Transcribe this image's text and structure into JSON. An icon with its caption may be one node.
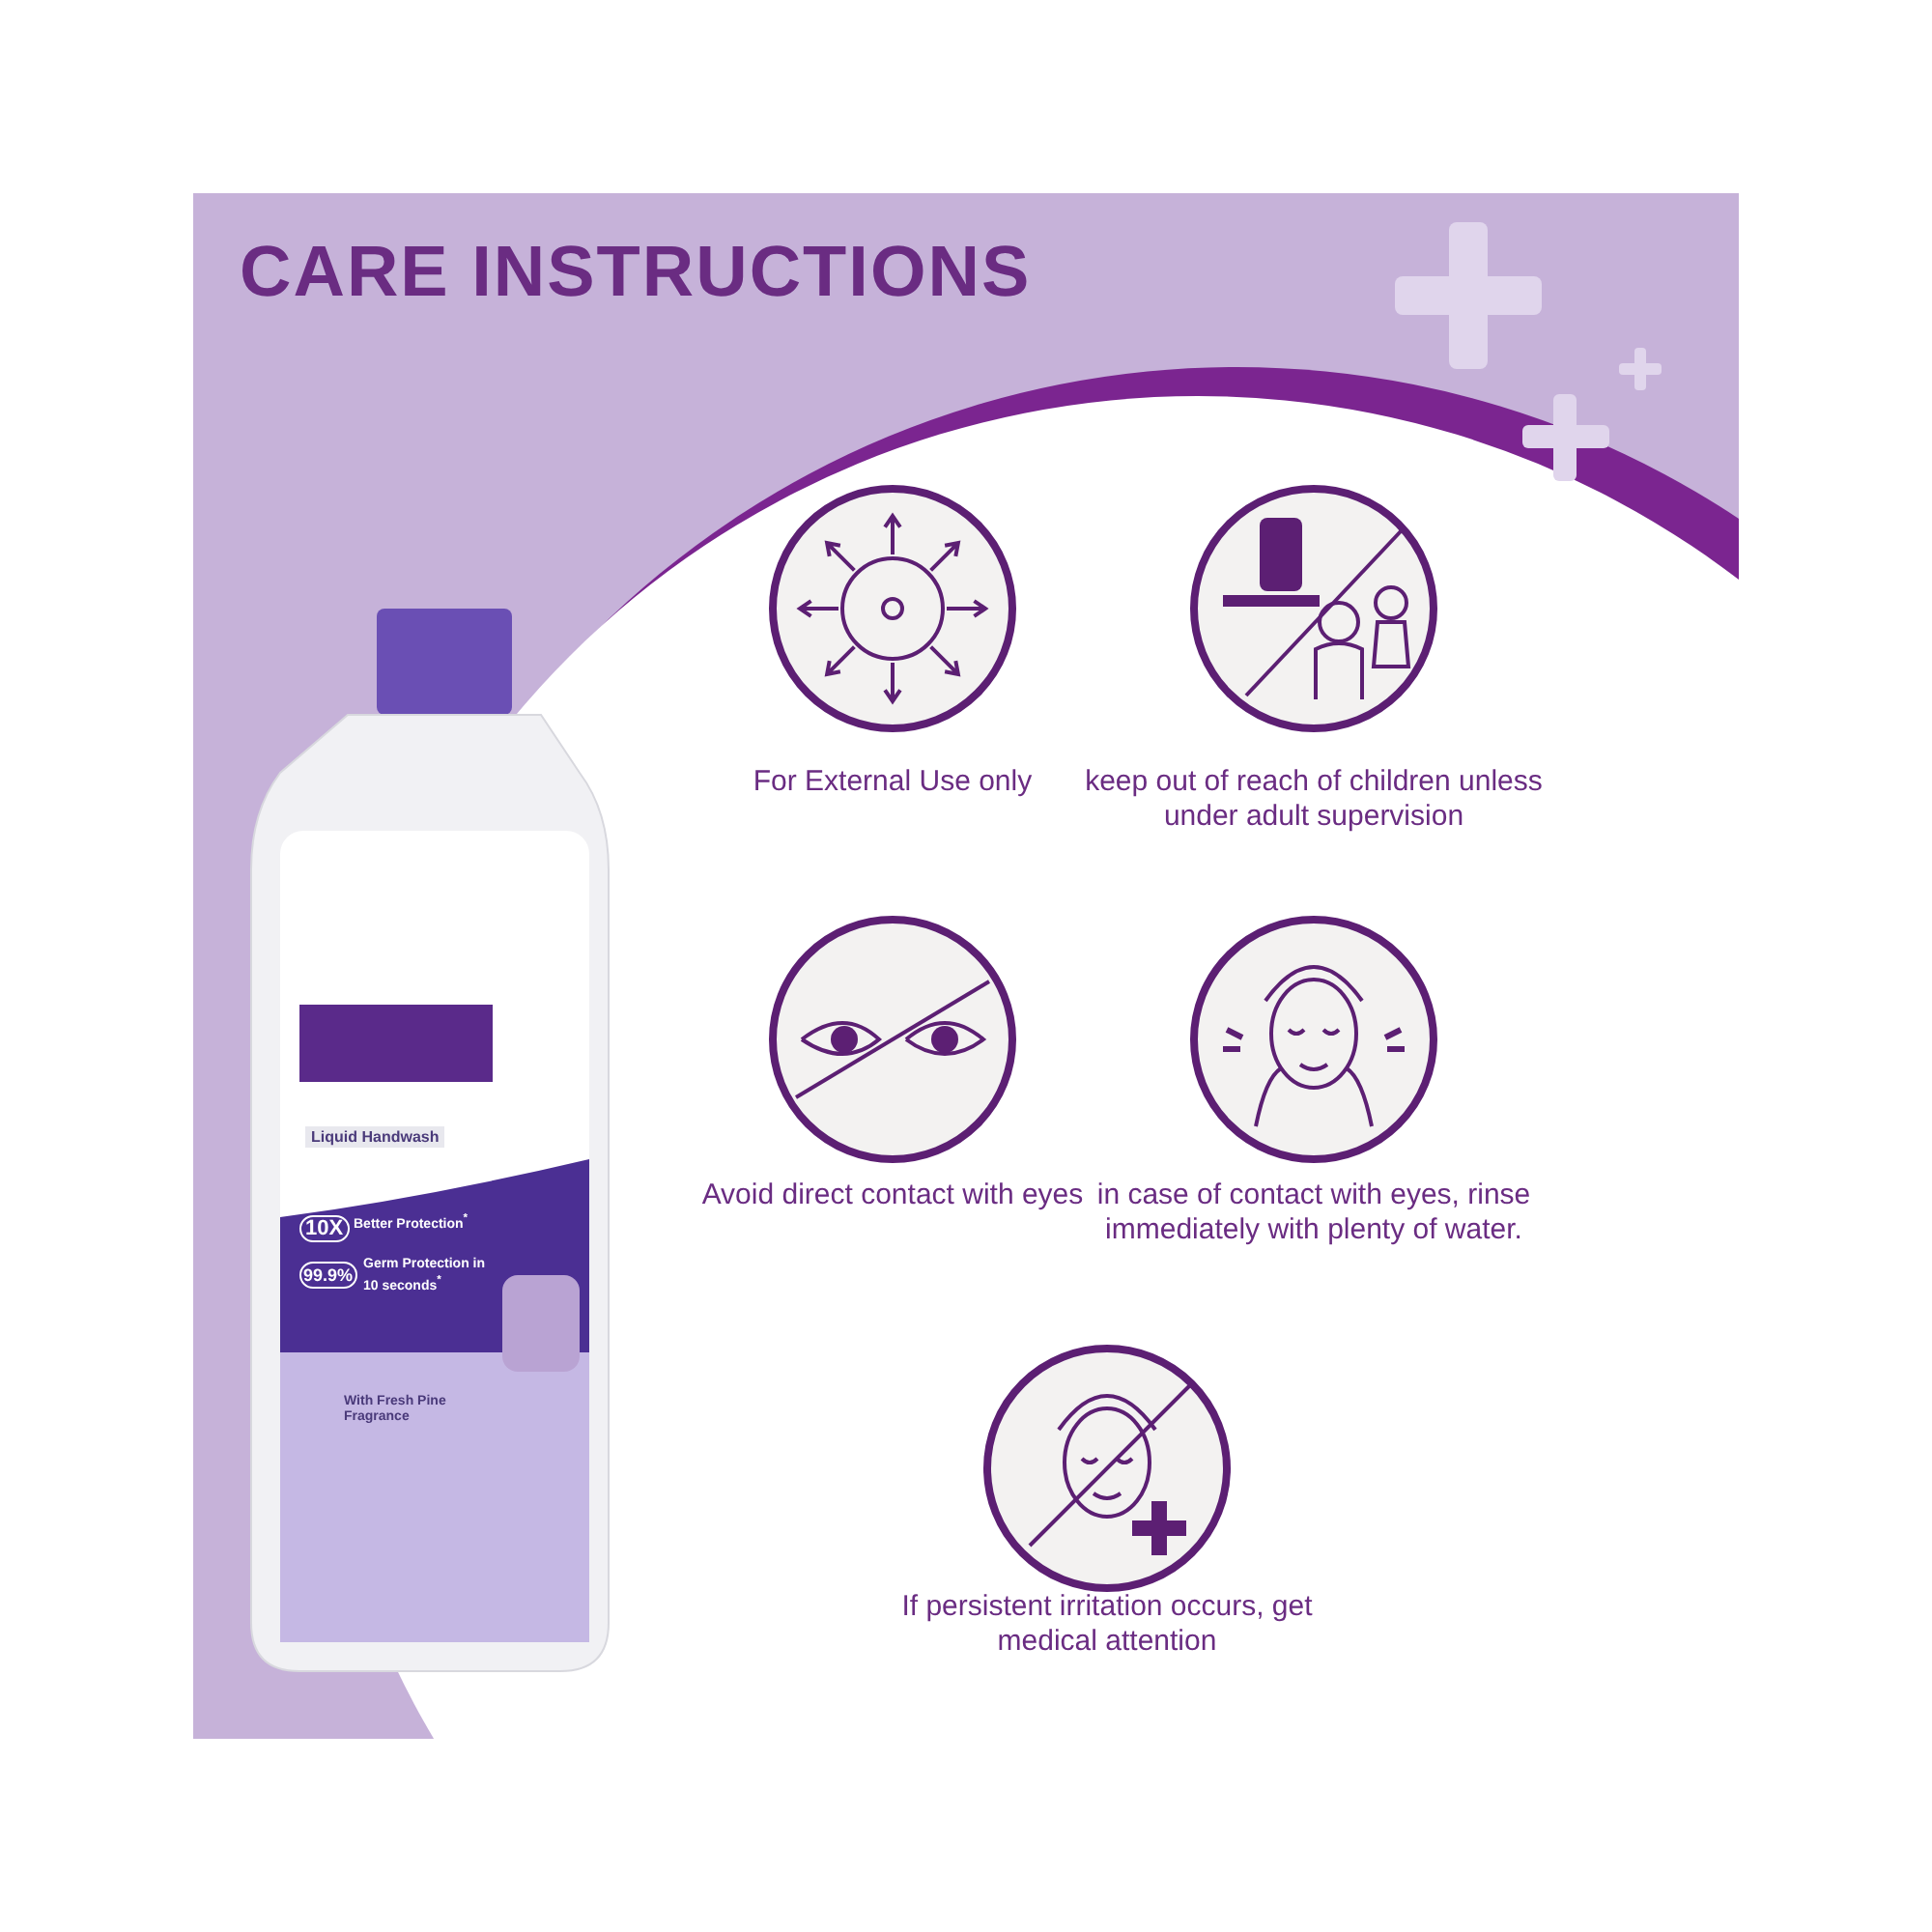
{
  "diagram": {
    "title": "CARE INSTRUCTIONS",
    "labels": [
      "Liquid Handwash",
      "10X",
      "Better Protection$^{*}$",
      "99.9%",
      "Germ Protection in 10 seconds$^{*}$",
      "With Fresh Pine Fragrance",
      "For External Use only",
      "keep out of reach of children unless under adult supervision",
      "Avoid direct contact with eyes",
      "in case of contact with eyes, rinse immediately with plenty of water.",
      "If persistent irritation occurs, get medical attention"
    ]
  }
}
